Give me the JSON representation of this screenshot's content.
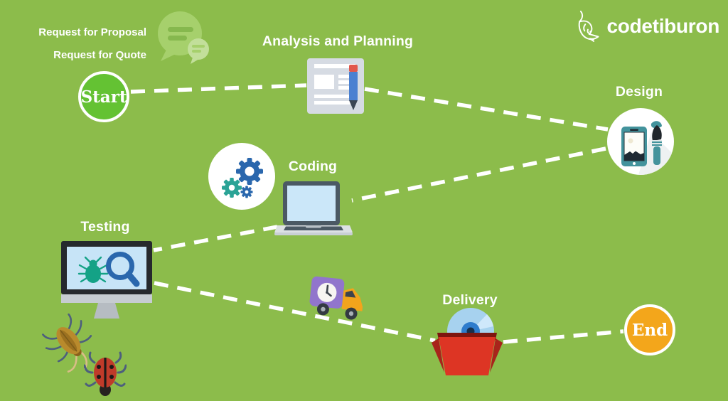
{
  "logo": {
    "text": "codetiburon",
    "icon": "shark-icon"
  },
  "annotations": {
    "proposal": "Request for Proposal",
    "quote": "Request for Quote"
  },
  "nodes": {
    "start": "Start",
    "end": "End"
  },
  "steps": {
    "analysis": "Analysis and Planning",
    "design": "Design",
    "coding": "Coding",
    "testing": "Testing",
    "delivery": "Delivery"
  },
  "flow_order": [
    "Start",
    "Analysis and Planning",
    "Design",
    "Coding",
    "Testing",
    "Delivery",
    "End"
  ],
  "icons": {
    "logo": "shark-icon",
    "request": "chat-bubbles-icon",
    "analysis": "document-and-pencil-icon",
    "design": "smartphone-and-paintbrush-icon",
    "coding": [
      "gears-icon",
      "laptop-icon"
    ],
    "testing": [
      "monitor-bug-search-icon",
      "cockroach-icon",
      "ladybug-icon"
    ],
    "delivery": [
      "delivery-truck-icon",
      "cd-in-box-icon"
    ]
  },
  "colors": {
    "background": "#8cbc4b",
    "start_node": "#64c233",
    "end_node": "#f3a61b",
    "dashed_line": "#ffffff",
    "text": "#ffffff",
    "gear_blue": "#2a67ad",
    "gear_teal": "#2aa396",
    "design_teal": "#43939c",
    "box_red": "#dd3524",
    "truck_purple": "#9175cc",
    "truck_yellow": "#f2a41c"
  }
}
